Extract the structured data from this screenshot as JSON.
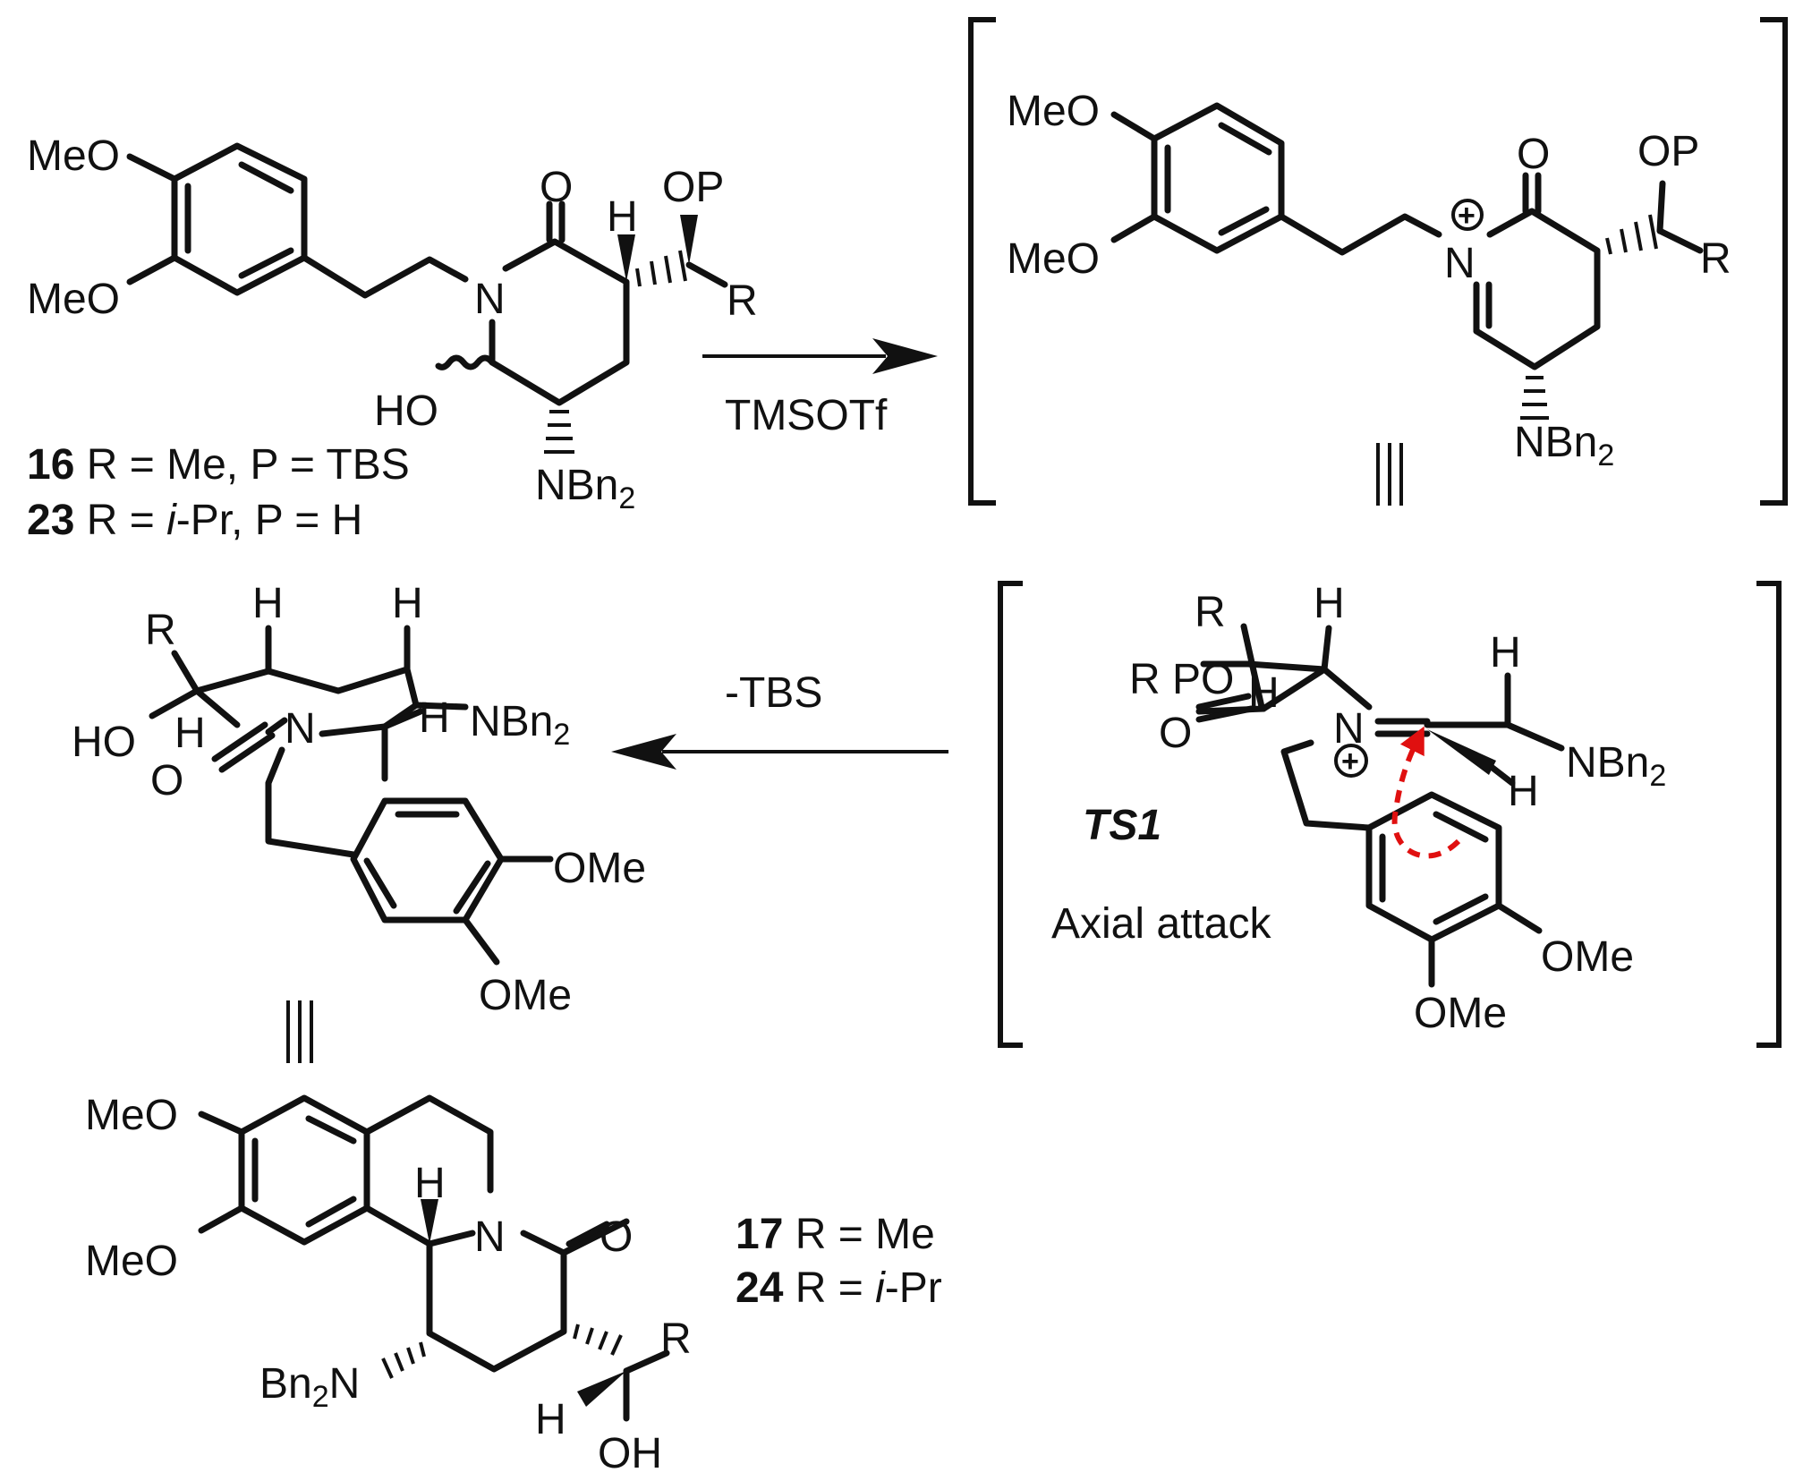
{
  "groups": {
    "meo": "MeO",
    "ome": "OMe",
    "oxo": "O",
    "op": "OP",
    "po": "PO",
    "r": "R",
    "h": "H",
    "n": "N",
    "ho": "HO",
    "oh": "OH",
    "nbn": "NBn",
    "bn": "Bn",
    "sub2": "2",
    "plus": "+"
  },
  "compounds": {
    "c16_num": "16",
    "c16_rest": " R = Me, P = TBS",
    "c23_num": "23",
    "c23_a": " R = ",
    "c23_i": "i",
    "c23_b": "-Pr, P = H",
    "c17_num": "17",
    "c17_rest": " R = Me",
    "c24_num": "24",
    "c24_a": " R = ",
    "c24_i": "i",
    "c24_b": "-Pr"
  },
  "arrows": {
    "reagent_top": "TMSOTf",
    "reagent_middle": "-TBS"
  },
  "transition_state": {
    "label": "TS1",
    "caption": "Axial attack"
  },
  "equivalence_symbol": "|||",
  "colors": {
    "ink": "#111111",
    "attack_arrow": "#e01010"
  }
}
